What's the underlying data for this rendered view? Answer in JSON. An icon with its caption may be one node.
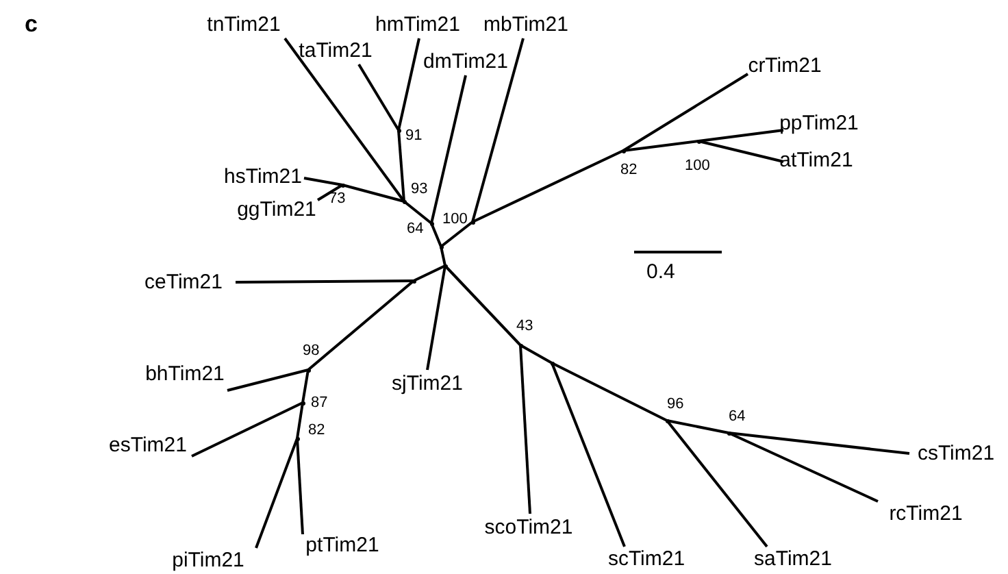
{
  "diagram": {
    "nodes": [
      {
        "text": [
          "tnTim21"
        ]
      },
      {
        "text": [
          "taTim21"
        ]
      },
      {
        "text": [
          "hmTim21"
        ]
      },
      {
        "text": [
          "dmTim21"
        ]
      },
      {
        "text": [
          "mbTim21"
        ]
      },
      {
        "text": [
          "crTim21"
        ]
      },
      {
        "text": [
          "ppTim21"
        ]
      },
      {
        "text": [
          "atTim21"
        ]
      },
      {
        "text": [
          "hsTim21"
        ]
      },
      {
        "text": [
          "ggTim21"
        ]
      },
      {
        "text": [
          "ceTim21"
        ]
      },
      {
        "text": [
          "bhTim21"
        ]
      },
      {
        "text": [
          "sjTim21"
        ]
      },
      {
        "text": [
          "scoTim21"
        ]
      },
      {
        "text": [
          "esTim21"
        ]
      },
      {
        "text": [
          "piTim21"
        ]
      },
      {
        "text": [
          "ptTim21"
        ]
      },
      {
        "text": [
          "scTim21"
        ]
      },
      {
        "text": [
          "saTim21"
        ]
      },
      {
        "text": [
          "rcTim21"
        ]
      },
      {
        "text": [
          "csTim21"
        ]
      },
      {
        "text": [],
        "shape": "point",
        "beside": [
          "91"
        ]
      },
      {
        "text": [],
        "shape": "point",
        "beside": [
          "93"
        ]
      },
      {
        "text": [],
        "shape": "point",
        "beside": [
          "73"
        ]
      },
      {
        "text": [],
        "shape": "point",
        "beside": [
          "64"
        ]
      },
      {
        "text": [],
        "shape": "point",
        "beside": [
          "100"
        ]
      },
      {
        "text": [],
        "shape": "point",
        "beside": [
          "82"
        ]
      },
      {
        "text": [],
        "shape": "point",
        "beside": [
          "100"
        ]
      },
      {
        "text": [],
        "shape": "point"
      },
      {
        "text": [],
        "shape": "point"
      },
      {
        "text": [],
        "shape": "point"
      },
      {
        "text": [],
        "shape": "point",
        "beside": [
          "98"
        ]
      },
      {
        "text": [],
        "shape": "point",
        "beside": [
          "87"
        ]
      },
      {
        "text": [],
        "shape": "point",
        "beside": [
          "82"
        ]
      },
      {
        "text": [],
        "shape": "point",
        "beside": [
          "43"
        ]
      },
      {
        "text": [],
        "shape": "point"
      },
      {
        "text": [],
        "shape": "point",
        "beside": [
          "96"
        ]
      },
      {
        "text": [],
        "shape": "point",
        "beside": [
          "64"
        ]
      }
    ],
    "edges": [
      {
        "from": 21,
        "to": 1,
        "arrow": "none"
      },
      {
        "from": 21,
        "to": 2,
        "arrow": "none"
      },
      {
        "from": 22,
        "to": 21,
        "arrow": "none"
      },
      {
        "from": 22,
        "to": 0,
        "arrow": "none"
      },
      {
        "from": 23,
        "to": 8,
        "arrow": "none"
      },
      {
        "from": 23,
        "to": 9,
        "arrow": "none"
      },
      {
        "from": 22,
        "to": 23,
        "arrow": "none"
      },
      {
        "from": 24,
        "to": 22,
        "arrow": "none"
      },
      {
        "from": 24,
        "to": 3,
        "arrow": "none"
      },
      {
        "from": 25,
        "to": 4,
        "arrow": "none"
      },
      {
        "from": 25,
        "to": 26,
        "arrow": "none"
      },
      {
        "from": 26,
        "to": 5,
        "arrow": "none"
      },
      {
        "from": 26,
        "to": 27,
        "arrow": "none"
      },
      {
        "from": 27,
        "to": 6,
        "arrow": "none"
      },
      {
        "from": 27,
        "to": 7,
        "arrow": "none"
      },
      {
        "from": 28,
        "to": 24,
        "arrow": "none"
      },
      {
        "from": 28,
        "to": 25,
        "arrow": "none"
      },
      {
        "from": 28,
        "to": 29,
        "arrow": "none"
      },
      {
        "from": 29,
        "to": 12,
        "arrow": "none"
      },
      {
        "from": 29,
        "to": 34,
        "arrow": "none"
      },
      {
        "from": 29,
        "to": 30,
        "arrow": "none"
      },
      {
        "from": 30,
        "to": 10,
        "arrow": "none"
      },
      {
        "from": 30,
        "to": 31,
        "arrow": "none"
      },
      {
        "from": 31,
        "to": 11,
        "arrow": "none"
      },
      {
        "from": 31,
        "to": 32,
        "arrow": "none"
      },
      {
        "from": 32,
        "to": 14,
        "arrow": "none"
      },
      {
        "from": 32,
        "to": 33,
        "arrow": "none"
      },
      {
        "from": 33,
        "to": 15,
        "arrow": "none"
      },
      {
        "from": 33,
        "to": 16,
        "arrow": "none"
      },
      {
        "from": 34,
        "to": 13,
        "arrow": "none"
      },
      {
        "from": 34,
        "to": 35,
        "arrow": "none"
      },
      {
        "from": 35,
        "to": 17,
        "arrow": "none"
      },
      {
        "from": 35,
        "to": 36,
        "arrow": "none"
      },
      {
        "from": 36,
        "to": 18,
        "arrow": "none"
      },
      {
        "from": 36,
        "to": 37,
        "arrow": "none"
      },
      {
        "from": 37,
        "to": 19,
        "arrow": "none"
      },
      {
        "from": 37,
        "to": 20,
        "arrow": "none"
      }
    ],
    "labels": [
      "c",
      "0.4"
    ]
  }
}
